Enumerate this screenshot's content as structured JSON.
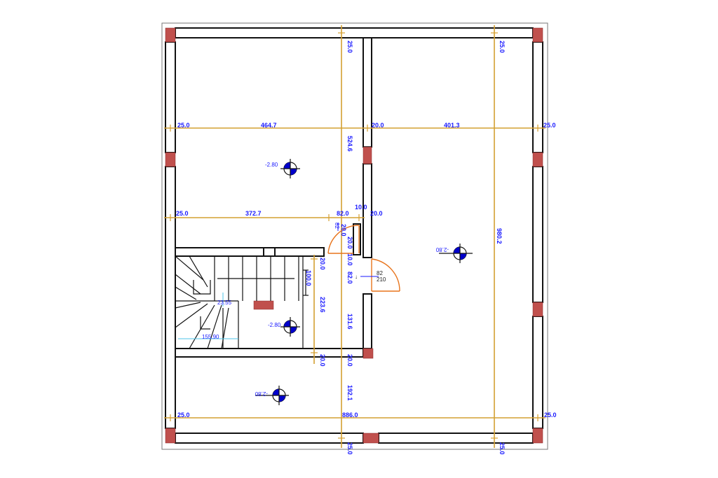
{
  "plan": {
    "colors": {
      "wall": "#111111",
      "column": "#c0504d",
      "axis": "#d4a032",
      "dimension_text": "#1a1aff",
      "door": "#e8741c",
      "stair_dimension": "#4cc6e8",
      "level_marker": "#0000cc"
    },
    "dimensions": {
      "top_left_25": "25.0",
      "top_right_25": "25.0",
      "row1_left_25": "25.0",
      "row1_464": "464.7",
      "row1_20": "20.0",
      "row1_401": "401.3",
      "row1_right_25": "25.0",
      "v_524": "524.6",
      "row2_left_25": "25.0",
      "row2_372": "372.7",
      "row2_82": "82.0",
      "row2_10": "10.0",
      "row2_20": "20.0",
      "door_20": "20.0",
      "door_82_top": "82",
      "door_20_v": "20.0",
      "door_10": "10.0",
      "v_20_left": "20.0",
      "v_100": "100.0",
      "v_82": "82.0",
      "door_82": "82",
      "door_210": "210",
      "v_223": "223.6",
      "stair_23": "23.55",
      "v_131": "131.6",
      "stair_155": "155.90",
      "v_20_bottom_left": "20.0",
      "v_20_bottom": "20.0",
      "v_192": "192.1",
      "v_980": "980.2",
      "bottom_left_25": "25.0",
      "bottom_886": "886.0",
      "bottom_right_25": "25.0",
      "foot_25_left": "25.0",
      "foot_25_right": "25.0"
    },
    "levels": {
      "room_upper_left": "-2.80",
      "room_right": "-2.80",
      "room_stair": "-2.80",
      "room_lower_left": "-2.80"
    }
  }
}
